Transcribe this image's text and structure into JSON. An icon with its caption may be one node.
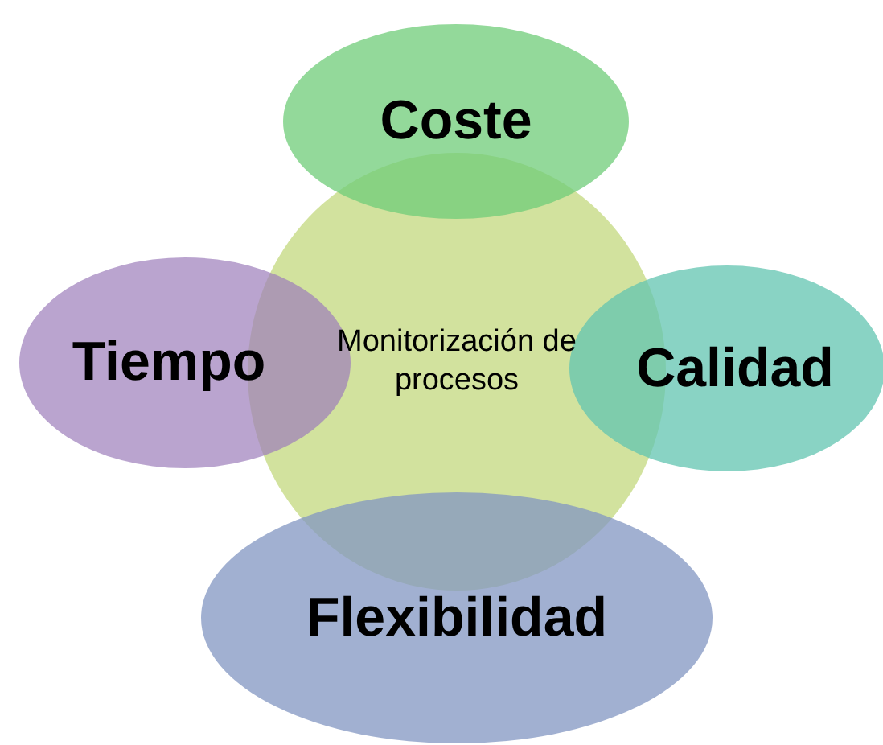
{
  "diagram": {
    "nodes": [
      {
        "text": [
          "Monitorización de procesos"
        ]
      },
      {
        "text": [
          "Coste"
        ]
      },
      {
        "text": [
          "Tiempo"
        ]
      },
      {
        "text": [
          "Calidad"
        ]
      },
      {
        "text": [
          "Flexibilidad"
        ]
      }
    ]
  }
}
